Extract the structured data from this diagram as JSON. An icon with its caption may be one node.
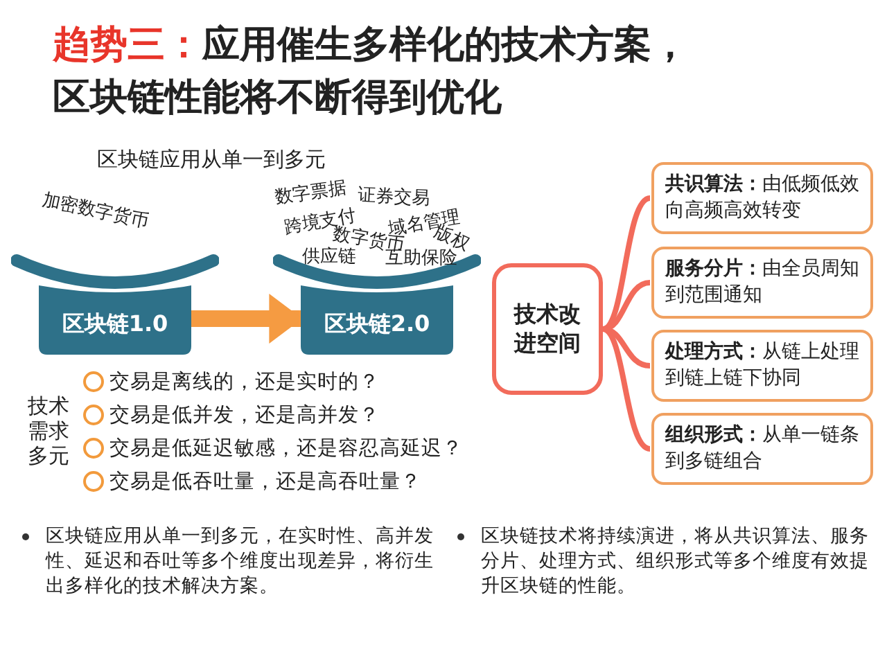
{
  "diagram": {
    "title": "**趋势三：**应用催生多样化的技术方案，区块链性能将不断得到优化",
    "nodes": [
      {
        "text": [
          "区块链1.0"
        ]
      },
      {
        "text": [
          "区块链2.0"
        ]
      },
      {
        "text": [
          "技术改进空间"
        ]
      },
      {
        "text": [
          "**共识算法：**由低频低效向高频高效转变"
        ]
      },
      {
        "text": [
          "**服务分片：**由全员周知到范围通知"
        ]
      },
      {
        "text": [
          "**处理方式：**从链上处理到链上链下协同"
        ]
      },
      {
        "text": [
          "**组织形式：**从单一链条到多链组合"
        ]
      }
    ],
    "edges": [
      {
        "from": 0,
        "to": 1,
        "arrow": "to",
        "style": "thick",
        "color": "#f59b42"
      },
      {
        "from": 2,
        "to": 3,
        "arrow": "none"
      },
      {
        "from": 2,
        "to": 4,
        "arrow": "none"
      },
      {
        "from": 2,
        "to": 5,
        "arrow": "none"
      },
      {
        "from": 2,
        "to": 6,
        "arrow": "none"
      }
    ],
    "labels": [
      "区块链应用从单一到多元",
      "加密数字货币",
      "数字票据",
      "证券交易",
      "跨境支付",
      "域名管理",
      "数字货币",
      "版权",
      "供应链",
      "互助保险",
      "技术需求多元",
      "交易是离线的，还是实时的？",
      "交易是低并发，还是高并发？",
      "交易是低延迟敏感，还是容忍高延迟？",
      "交易是低吞吐量，还是高吞吐量？",
      "区块链应用从单一到多元，在实时性、高并发性、延迟和吞吐等多个维度出现差异，将衍生出多样化的技术解决方案。",
      "区块链技术将持续演进，将从共识算法、服务分片、处理方式、组织形式等多个维度有效提升区块链的性能。"
    ]
  }
}
